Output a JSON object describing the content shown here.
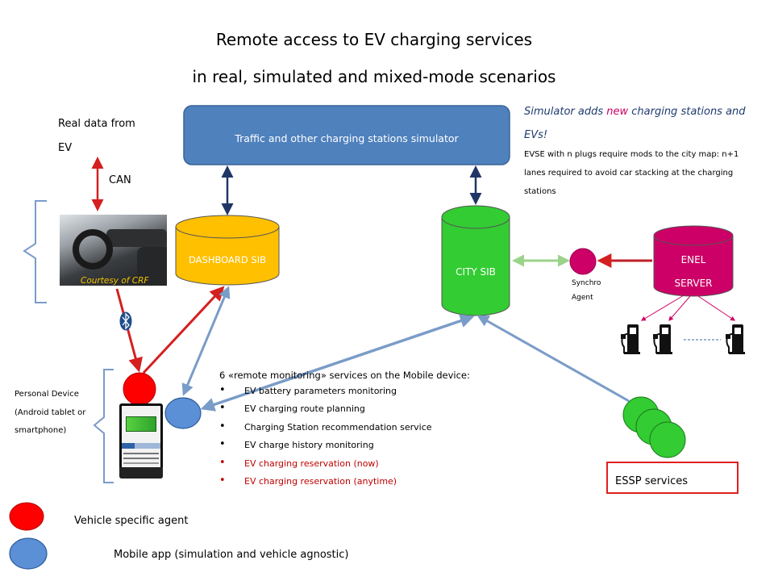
{
  "title": {
    "line1": "Remote access to EV charging services",
    "line2": "in real, simulated and mixed-mode scenarios"
  },
  "labels": {
    "real_data_line1": "Real data from",
    "real_data_line2": "EV",
    "can": "CAN",
    "photo_credit": "Courtesy of CRF",
    "personal_device_line1": "Personal Device",
    "personal_device_line2": "(Android tablet or",
    "personal_device_line3": "smartphone)",
    "legend_vehicle_agent": "Vehicle specific agent",
    "legend_mobile_app": "Mobile app (simulation and vehicle agnostic)"
  },
  "nodes": {
    "simulator": "Traffic and other charging stations simulator",
    "dashboard_sib": "DASHBOARD SIB",
    "city_sib": "CITY SIB",
    "synchro_agent_line1": "Synchro",
    "synchro_agent_line2": "Agent",
    "enel_server_line1": "ENEL",
    "enel_server_line2": "SERVER",
    "essp_services": "ESSP services"
  },
  "simulator_note": {
    "line1_a": "Simulator adds ",
    "line1_b": "new",
    "line1_c": " charging stations and",
    "line2": "EVs!",
    "line3": "EVSE with n plugs  require mods to the city map: n+1",
    "line4": "lanes required to avoid car stacking at the charging",
    "line5": "stations"
  },
  "services": {
    "header": "6 «remote monitoring»  services on the Mobile device:",
    "items": [
      {
        "text": "EV battery parameters monitoring",
        "highlight": false
      },
      {
        "text": "EV charging route planning",
        "highlight": false
      },
      {
        "text": "Charging Station recommendation service",
        "highlight": false
      },
      {
        "text": "EV charge history monitoring",
        "highlight": false
      },
      {
        "text": "EV charging reservation (now)",
        "highlight": true
      },
      {
        "text": "EV charging reservation (anytime)",
        "highlight": true
      }
    ]
  },
  "icons": {
    "bluetooth": "bluetooth-icon",
    "charging_station": "ev-charging-station-icon"
  },
  "colors": {
    "simulator_fill": "#4f81bd",
    "dashboard_fill": "#ffc000",
    "city_fill": "#33cc33",
    "enel_fill": "#cc0066",
    "vehicle_agent": "#ff0000",
    "mobile_app": "#5b8fd6",
    "essp_border": "#e02020",
    "red_arrow": "#d42020",
    "navy_arrow": "#1f3566",
    "blue_arrow": "#7a9cc8",
    "green_arrow": "#9bd38a",
    "highlight_text": "#c00000"
  }
}
